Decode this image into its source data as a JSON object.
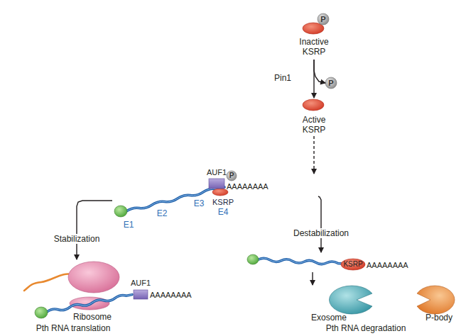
{
  "diagram": {
    "nodes": [
      {
        "text": [
          "Inactive KSRP"
        ]
      },
      {
        "text": [
          "P"
        ],
        "in": 0
      },
      {
        "text": [
          "P"
        ]
      },
      {
        "text": [
          "Active KSRP"
        ]
      },
      {
        "text": [
          "E1",
          "E2",
          "E3",
          "E4",
          "AAAAAAAA"
        ]
      },
      {
        "text": [
          "AUF1"
        ],
        "in": 4
      },
      {
        "text": [
          "P"
        ],
        "in": 4
      },
      {
        "text": [
          "KSRP"
        ],
        "in": 4
      },
      {
        "text": [
          "Ribosome"
        ]
      },
      {
        "text": [
          "AAAAAAAA"
        ]
      },
      {
        "text": [
          "AUF1"
        ],
        "in": 9
      },
      {
        "text": [
          "AAAAAAAA"
        ]
      },
      {
        "text": [
          "KSRP"
        ],
        "in": 11
      },
      {
        "text": [
          "Exosome"
        ]
      },
      {
        "text": [
          "P-body"
        ]
      }
    ],
    "edges": [
      {
        "from": 0,
        "to": 3,
        "arrow": "to",
        "label": "Pin1"
      },
      {
        "from": 0,
        "to": 2,
        "arrow": "to"
      },
      {
        "from": 3,
        "to": 4,
        "arrow": "to"
      },
      {
        "from": 4,
        "to": 8,
        "arrow": "to",
        "label": "Stabilization"
      },
      {
        "from": 4,
        "to": 11,
        "arrow": "to",
        "label": "Destabilization"
      },
      {
        "from": 11,
        "to": 13,
        "arrow": "to"
      }
    ],
    "labels": [
      "Pth RNA translation",
      "Pth RNA degradation"
    ]
  }
}
